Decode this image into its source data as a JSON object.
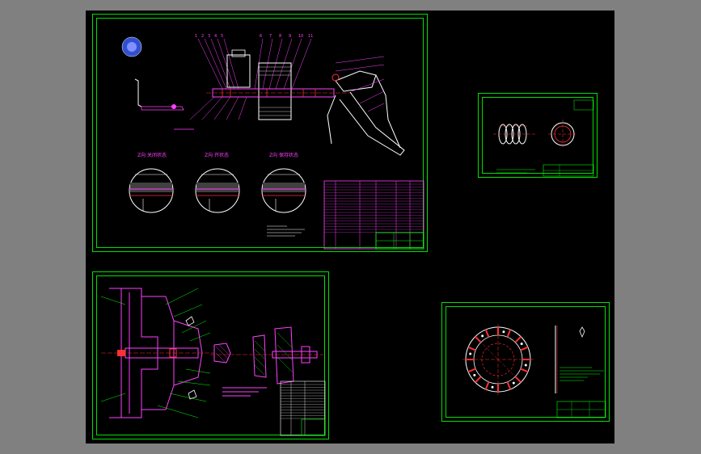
{
  "colors": {
    "background": "#808080",
    "canvas": "#000000",
    "frame": "#00e000",
    "part": "#ff40ff",
    "dimension": "#ff3030",
    "centerline": "#ff3030",
    "note": "#00ff00",
    "outline": "#ffffff"
  },
  "sheets": {
    "assembly": {
      "section_labels": [
        "Z向 关闭状态",
        "Z向 开状态",
        "Z向 保持状态"
      ]
    },
    "spring": {},
    "clutch": {},
    "disc": {}
  }
}
